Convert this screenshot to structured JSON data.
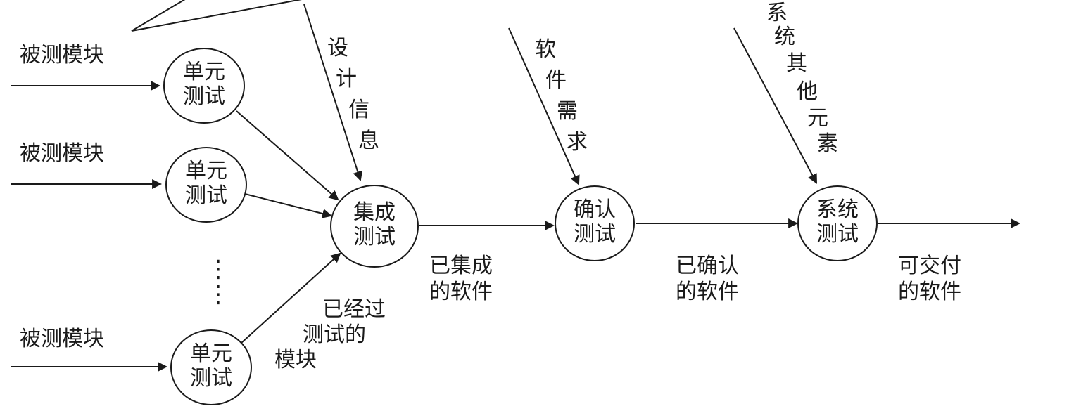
{
  "diagram": {
    "type": "flow-diagram",
    "description": "Software testing process flow",
    "ink_color": "#1a1a1a",
    "background_color": "#ffffff",
    "nodes": {
      "unit_test_1": {
        "line1": "单元",
        "line2": "测试"
      },
      "unit_test_2": {
        "line1": "单元",
        "line2": "测试"
      },
      "unit_test_3": {
        "line1": "单元",
        "line2": "测试"
      },
      "integration_test": {
        "line1": "集成",
        "line2": "测试"
      },
      "validation_test": {
        "line1": "确认",
        "line2": "测试"
      },
      "system_test": {
        "line1": "系统",
        "line2": "测试"
      }
    },
    "input_labels": [
      "被测模块",
      "被测模块",
      "被测模块"
    ],
    "vertical_labels": {
      "design_info": [
        "设",
        "计",
        "信",
        "息"
      ],
      "software_requirements": [
        "软",
        "件",
        "需",
        "求"
      ],
      "system_other_elements": [
        "系",
        "统",
        "其",
        "他",
        "元",
        "素"
      ]
    },
    "edge_labels": {
      "tested_modules": [
        "已经过",
        "测试的",
        "模块"
      ],
      "integrated_software": [
        "已集成",
        "的软件"
      ],
      "validated_software": [
        "已确认",
        "的软件"
      ],
      "deliverable_software": [
        "可交付",
        "的软件"
      ]
    },
    "ellipsis": "⋮"
  }
}
